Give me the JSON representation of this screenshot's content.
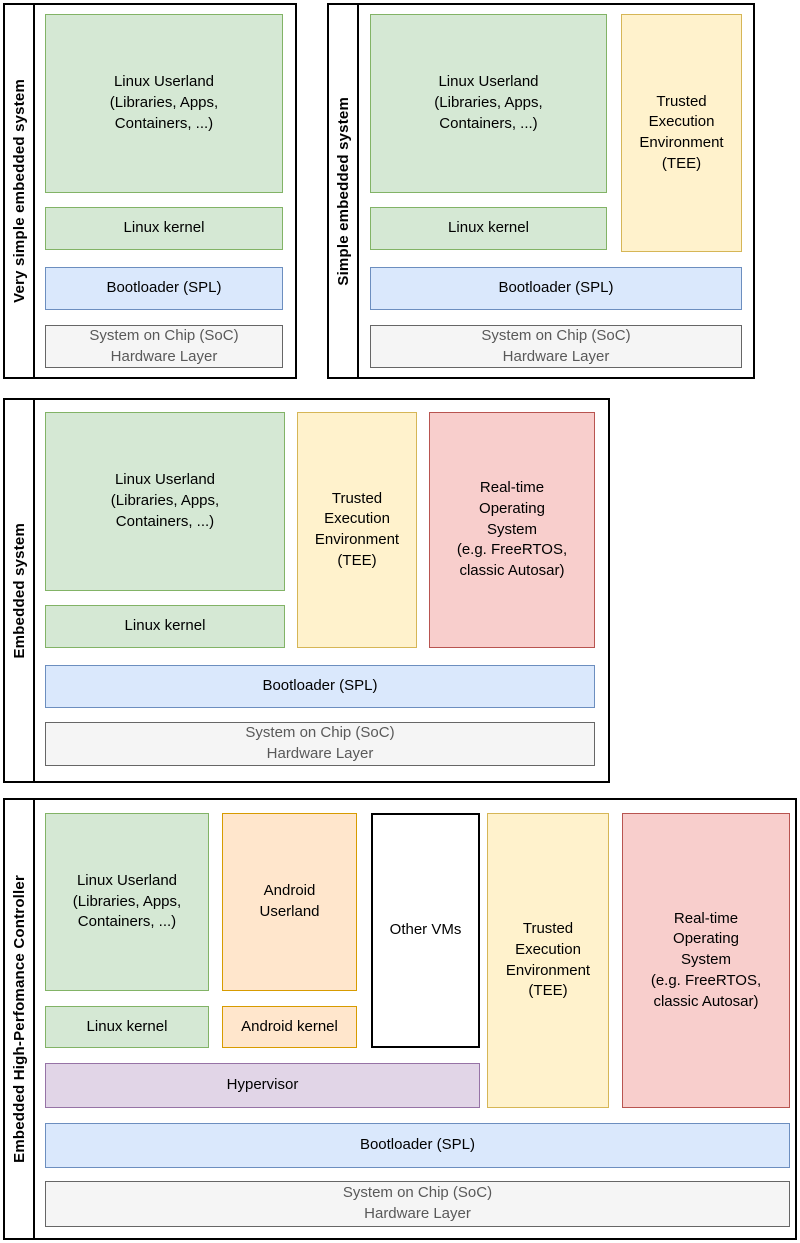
{
  "colors": {
    "green_fill": "#d5e8d4",
    "green_stroke": "#82b366",
    "yellow_fill": "#fff2cc",
    "yellow_stroke": "#d6b656",
    "blue_fill": "#dae8fc",
    "blue_stroke": "#6c8ebf",
    "red_fill": "#f8cecc",
    "red_stroke": "#b85450",
    "orange_fill": "#ffe6cc",
    "orange_stroke": "#d79b00",
    "purple_fill": "#e1d5e7",
    "purple_stroke": "#9673a6",
    "gray_fill": "#f5f5f5",
    "gray_stroke": "#666666",
    "white_fill": "#ffffff",
    "black_stroke": "#000000",
    "soc_text": "#595959",
    "box_text": "#000000"
  },
  "panels": {
    "very_simple": {
      "title": "Very simple embedded system",
      "boxes": {
        "linux_userland": "Linux Userland\n(Libraries, Apps,\nContainers, ...)",
        "linux_kernel": "Linux kernel",
        "bootloader": "Bootloader (SPL)",
        "soc": "System on Chip (SoC)\nHardware Layer"
      }
    },
    "simple": {
      "title": "Simple embedded system",
      "boxes": {
        "linux_userland": "Linux Userland\n(Libraries, Apps,\nContainers, ...)",
        "tee": "Trusted\nExecution\nEnvironment\n(TEE)",
        "linux_kernel": "Linux kernel",
        "bootloader": "Bootloader (SPL)",
        "soc": "System on Chip (SoC)\nHardware Layer"
      }
    },
    "embedded": {
      "title": "Embedded system",
      "boxes": {
        "linux_userland": "Linux Userland\n(Libraries, Apps,\nContainers, ...)",
        "tee": "Trusted\nExecution\nEnvironment\n(TEE)",
        "rtos": "Real-time\nOperating\nSystem\n(e.g. FreeRTOS,\nclassic Autosar)",
        "linux_kernel": "Linux kernel",
        "bootloader": "Bootloader (SPL)",
        "soc": "System on Chip (SoC)\nHardware Layer"
      }
    },
    "hpc": {
      "title": "Embedded High-Perfomance Controller",
      "boxes": {
        "linux_userland": "Linux Userland\n(Libraries, Apps,\nContainers, ...)",
        "android_userland": "Android\nUserland",
        "other_vms": "Other VMs",
        "tee": "Trusted\nExecution\nEnvironment\n(TEE)",
        "rtos": "Real-time\nOperating\nSystem\n(e.g. FreeRTOS,\nclassic Autosar)",
        "linux_kernel": "Linux kernel",
        "android_kernel": "Android kernel",
        "hypervisor": "Hypervisor",
        "bootloader": "Bootloader (SPL)",
        "soc": "System on Chip (SoC)\nHardware Layer"
      }
    }
  }
}
